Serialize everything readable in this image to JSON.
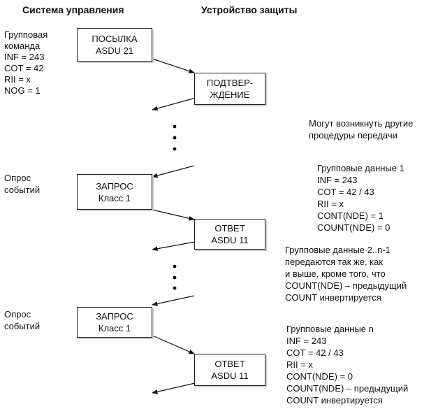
{
  "headers": {
    "left": "Система управления",
    "right": "Устройство защиты"
  },
  "boxes": {
    "send": [
      "ПОСЫЛКА",
      "ASDU 21"
    ],
    "confirm": [
      "ПОДТВЕР-",
      "ЖДЕНИЕ"
    ],
    "request1": [
      "ЗАПРОС",
      "Класс 1"
    ],
    "answer1": [
      "ОТВЕТ",
      "ASDU 11"
    ],
    "request2": [
      "ЗАПРОС",
      "Класс 1"
    ],
    "answer2": [
      "ОТВЕТ",
      "ASDU 11"
    ]
  },
  "left_notes": {
    "group_command": [
      "Групповая",
      "команда",
      "INF = 243",
      "COT = 42",
      "RII = x",
      "NOG = 1"
    ],
    "event_poll_1": [
      "Опрос",
      "событий"
    ],
    "event_poll_2": [
      "Опрос",
      "событий"
    ]
  },
  "right_notes": {
    "other_procedures": [
      "Могут возникнуть другие",
      "процедуры передачи"
    ],
    "group_data_1": [
      "Групповые данные 1",
      "INF = 243",
      "COT = 42 / 43",
      "RII = x",
      "CONT(NDE) = 1",
      "COUNT(NDE) = 0"
    ],
    "group_data_middle": [
      "Групповые данные 2..n-1",
      "передаются так же, как",
      "и выше, кроме того, что",
      "COUNT(NDE) – предыдущий",
      "COUNT инвертируется"
    ],
    "group_data_n": [
      "Групповые данные n",
      "INF = 243",
      "COT = 42 / 43",
      "RII = x",
      "CONT(NDE) = 0",
      "COUNT(NDE) – предыдущий",
      "COUNT инвертируется"
    ]
  }
}
